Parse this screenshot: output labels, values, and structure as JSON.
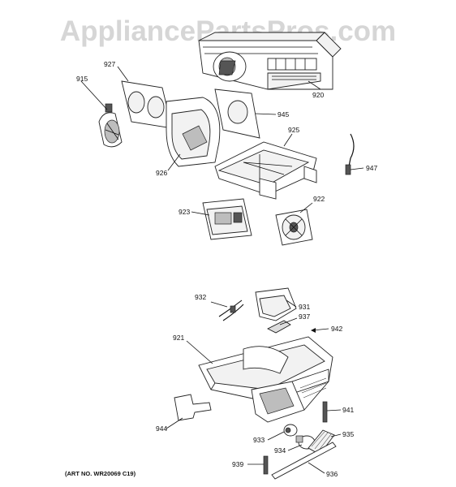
{
  "watermark": "AppliancePartsPros.com",
  "art_number": "(ART NO. WR20069 C19)",
  "callouts": {
    "p915": "915",
    "p927": "927",
    "p926": "926",
    "p945": "945",
    "p920": "920",
    "p925": "925",
    "p947": "947",
    "p923": "923",
    "p922": "922",
    "p932": "932",
    "p931": "931",
    "p937": "937",
    "p942": "942",
    "p921": "921",
    "p944": "944",
    "p941": "941",
    "p933": "933",
    "p935": "935",
    "p934": "934",
    "p939": "939",
    "p936": "936"
  }
}
